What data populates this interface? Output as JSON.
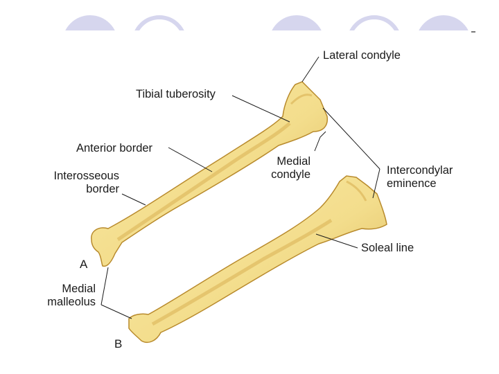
{
  "colors": {
    "decoration": "#d6d6ee",
    "bone_fill": "#f3dd8c",
    "bone_outline": "#b88a2c",
    "bone_shadow": "#d8b053",
    "leader_line": "#1a1a1a"
  },
  "figure": {
    "labels": {
      "lateral_condyle": "Lateral condyle",
      "tibial_tuberosity": "Tibial tuberosity",
      "anterior_border": "Anterior border",
      "medial_condyle_line1": "Medial",
      "medial_condyle_line2": "condyle",
      "interosseous_line1": "Interosseous",
      "interosseous_line2": "border",
      "intercondylar_line1": "Intercondylar",
      "intercondylar_line2": "eminence",
      "soleal_line": "Soleal line",
      "medial_malleolus_line1": "Medial",
      "medial_malleolus_line2": "malleolus",
      "view_a": "A",
      "view_b": "B"
    }
  }
}
